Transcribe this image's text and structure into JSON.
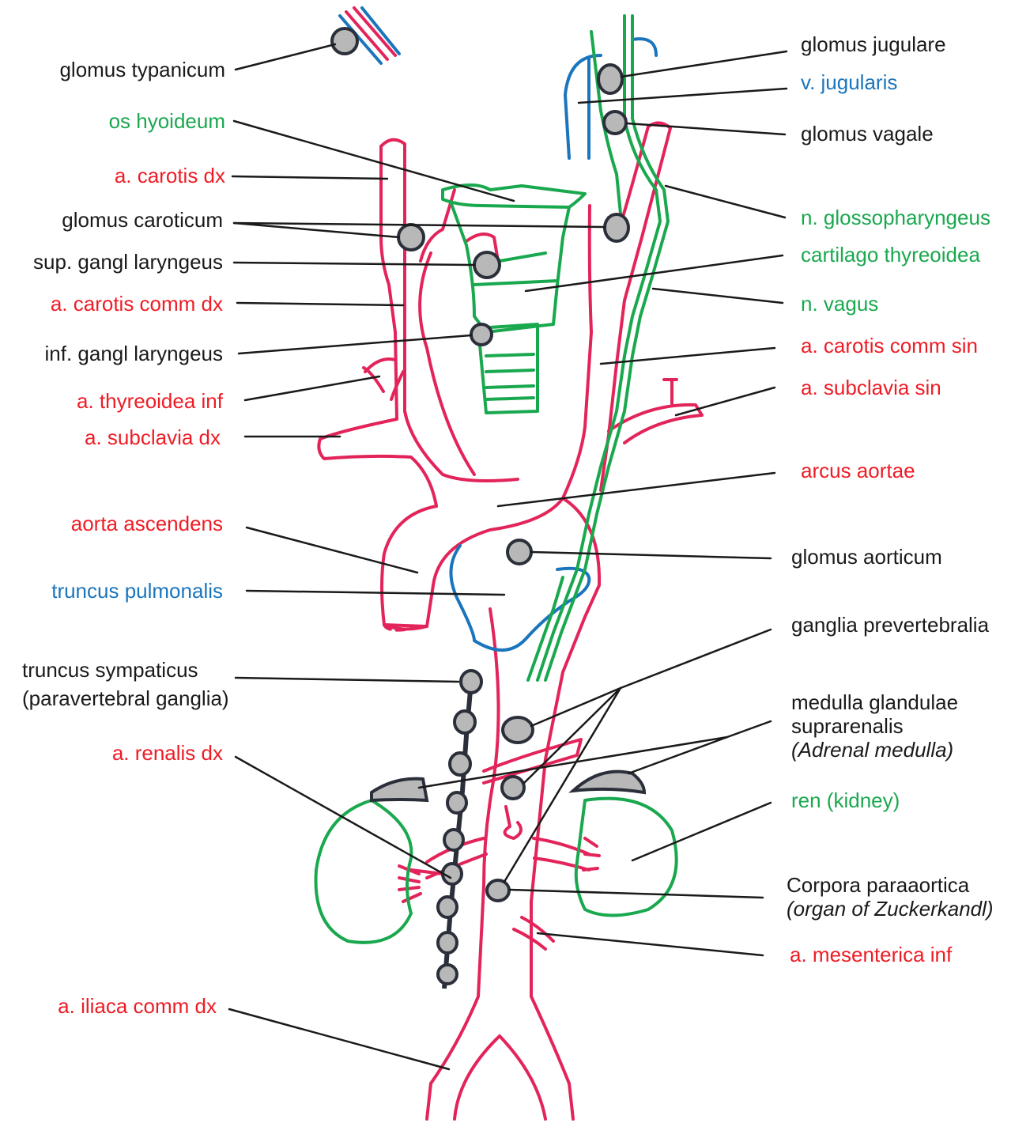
{
  "colors": {
    "artery": "#ee1c25",
    "artery_stroke": "#e3245a",
    "nerve_cartilage": "#1aa84f",
    "vein": "#1b75bc",
    "ganglion_fill": "#b8b8b8",
    "ganglion_stroke": "#2a2f3a",
    "text_black": "#1a1a1a"
  },
  "labels": {
    "glomus_typanicum": "glomus typanicum",
    "os_hyoideum": "os hyoideum",
    "a_carotis_dx": "a. carotis dx",
    "glomus_caroticum": "glomus caroticum",
    "sup_gangl_laryngeus": "sup. gangl laryngeus",
    "a_carotis_comm_dx": "a. carotis comm dx",
    "inf_gangl_laryngeus": "inf. gangl laryngeus",
    "a_thyreoidea_inf": "a. thyreoidea inf",
    "a_subclavia_dx": "a. subclavia dx",
    "aorta_ascendens": "aorta ascendens",
    "truncus_pulmonalis": "truncus pulmonalis",
    "truncus_sympaticus_line1": "truncus sympaticus",
    "truncus_sympaticus_line2": "(paravertebral ganglia)",
    "a_renalis_dx": "a. renalis dx",
    "a_iliaca_comm_dx": "a. iliaca comm dx",
    "glomus_jugulare": "glomus jugulare",
    "v_jugularis": "v. jugularis",
    "glomus_vagale": "glomus vagale",
    "n_glossopharyngeus": "n. glossopharyngeus",
    "cartilago_thyreoidea": "cartilago thyreoidea",
    "n_vagus": "n. vagus",
    "a_carotis_comm_sin": "a. carotis comm sin",
    "a_subclavia_sin": "a. subclavia sin",
    "arcus_aortae": "arcus aortae",
    "glomus_aorticum": "glomus aorticum",
    "ganglia_prevertebralia": "ganglia prevertebralia",
    "medulla_line1": "medulla glandulae",
    "medulla_line2": "suprarenalis",
    "medulla_line3": "(Adrenal medulla)",
    "ren_kidney": "ren (kidney)",
    "corpora_line1": "Corpora paraaortica",
    "corpora_line2": "(organ of Zuckerkandl)",
    "a_mesenterica_inf": "a. mesenterica inf"
  }
}
